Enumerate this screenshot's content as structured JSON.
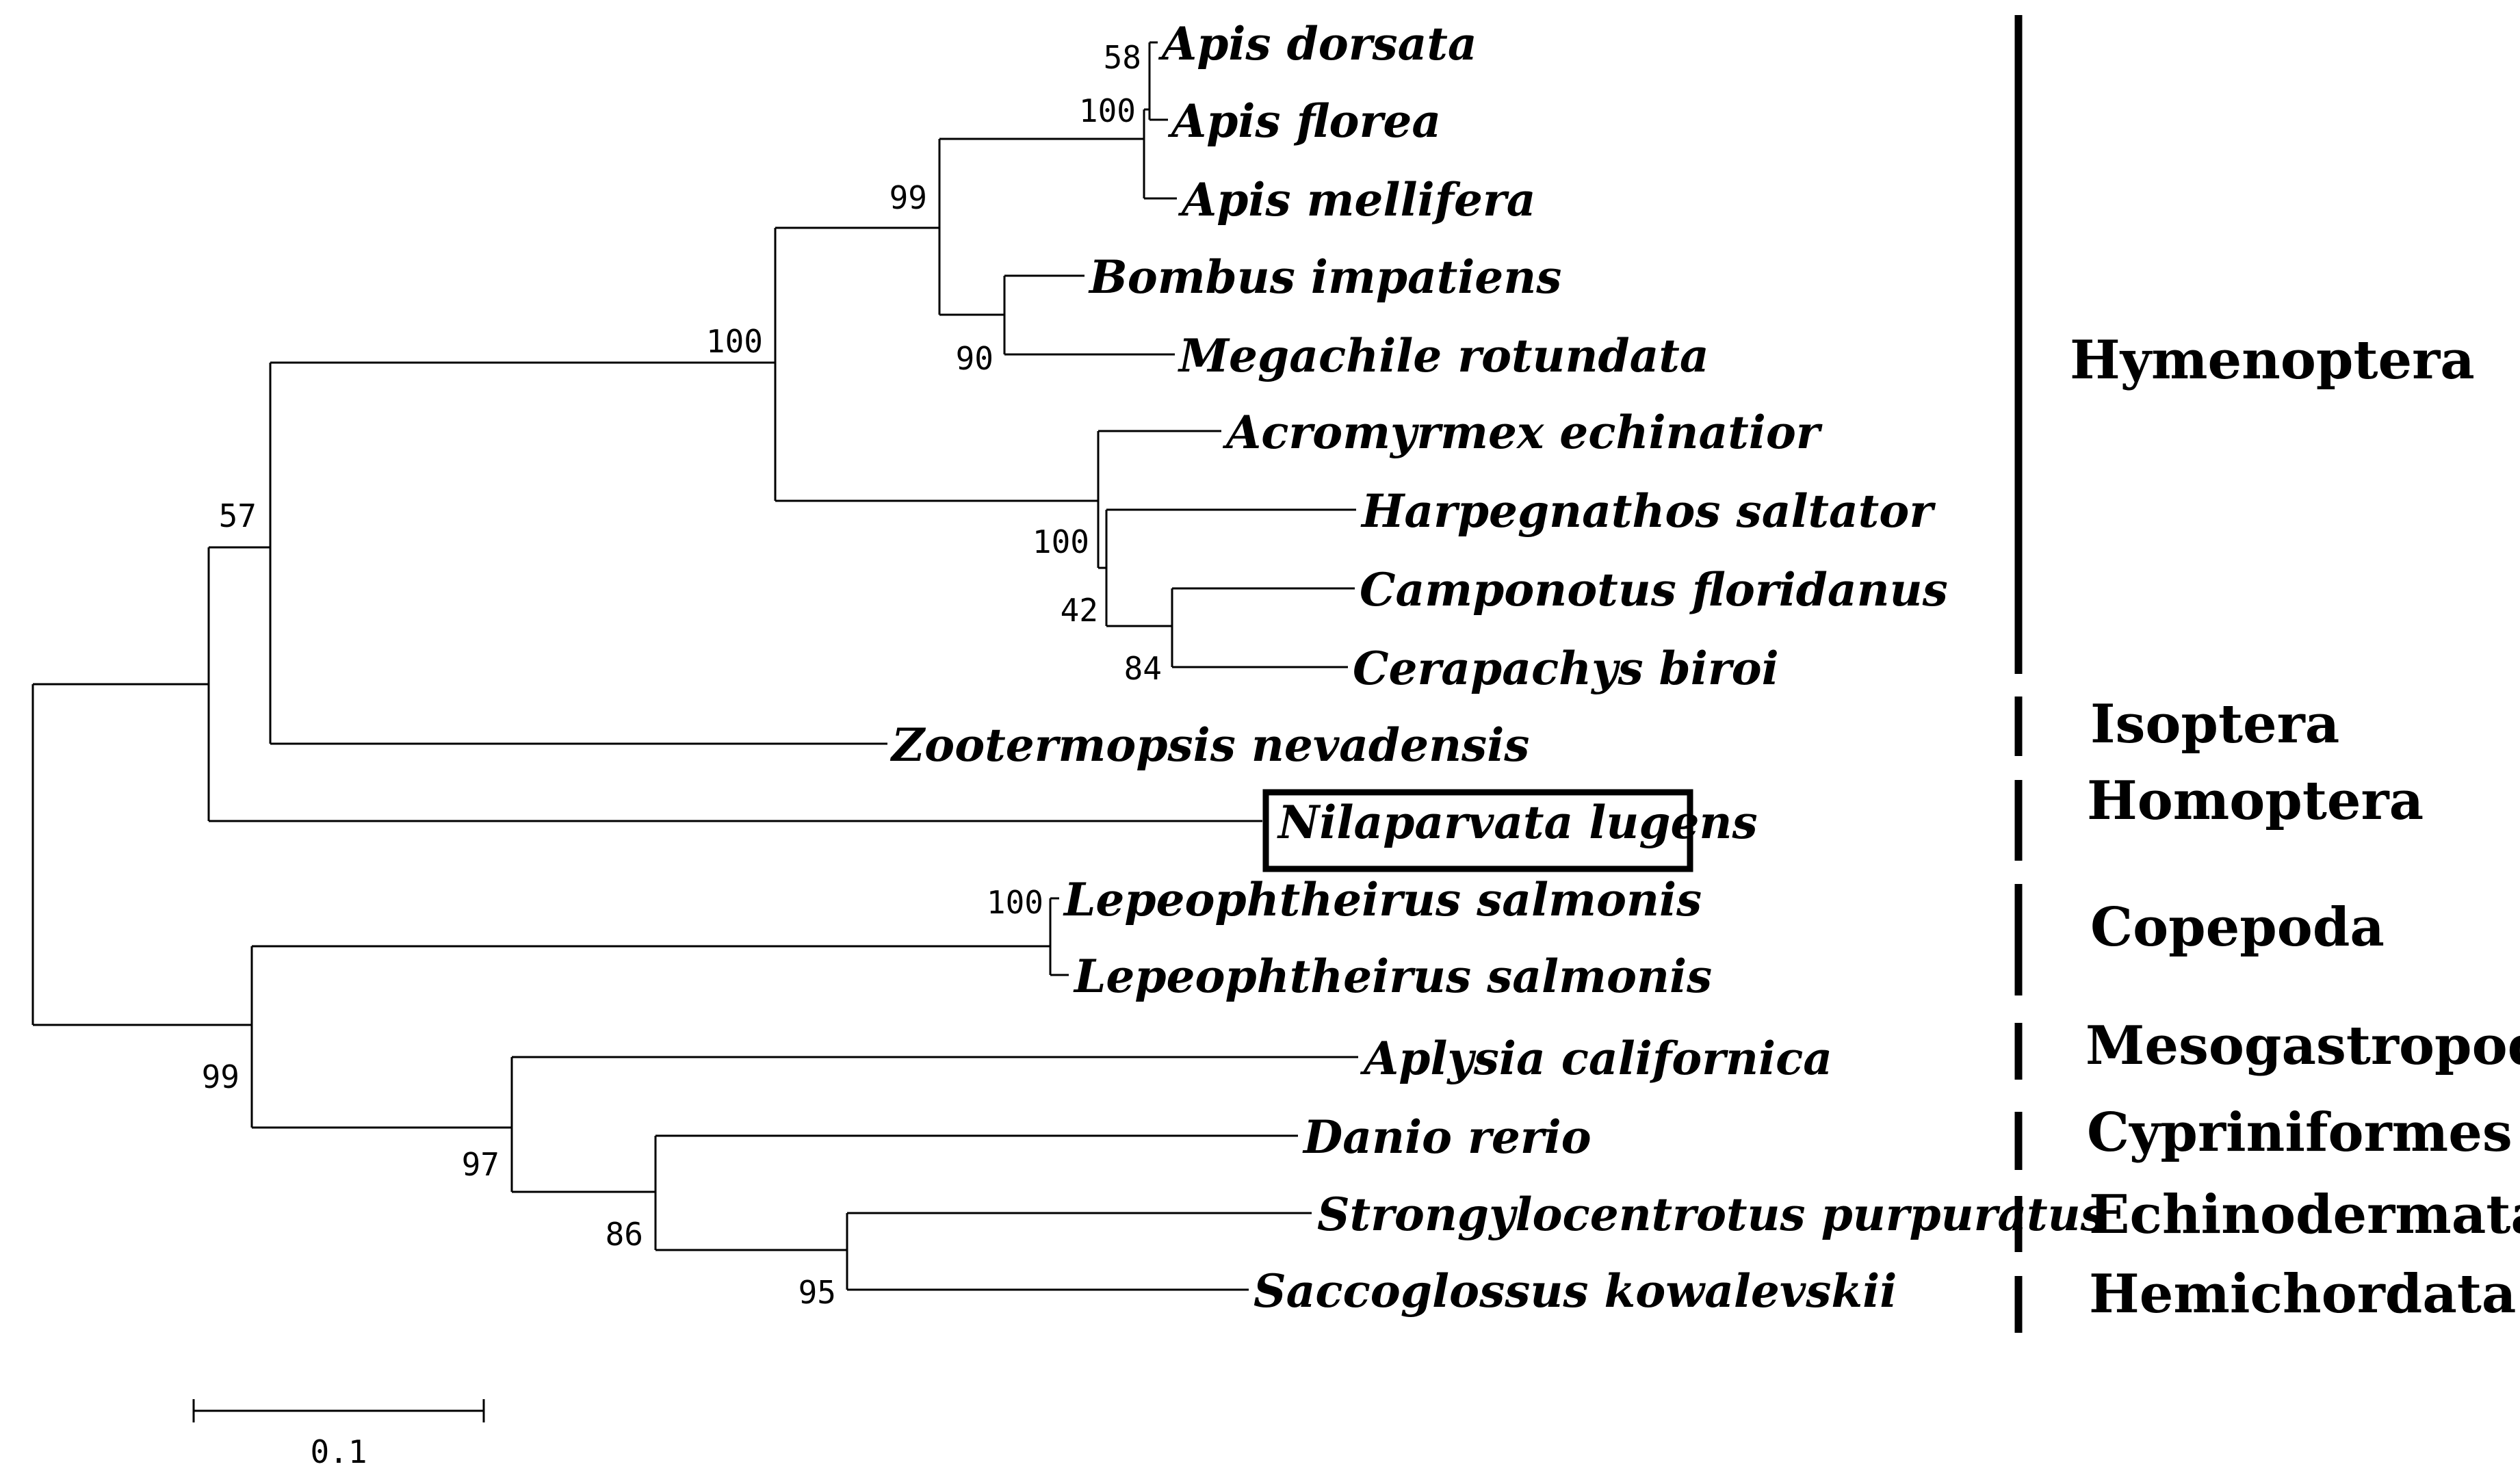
{
  "taxa": [
    "Apis dorsata",
    "Apis florea",
    "Apis mellifera",
    "Bombus impatiens",
    "Megachile rotundata",
    "Acromyrmex echinatior",
    "Harpegnathos saltator",
    "Camponotus floridanus",
    "Cerapachys biroi",
    "Zootermopsis nevadensis",
    "Nilaparvata lugens",
    "Lepeophtheirus salmonis",
    "Lepeophtheirus salmonis",
    "Aplysia californica",
    "Danio rerio",
    "Strongylocentrotus purpuratus",
    "Saccoglossus kowalevskii"
  ],
  "highlighted_taxon": "Nilaparvata lugens",
  "bootstrap_values": [
    "58",
    "100",
    "99",
    "90",
    "100",
    "100",
    "42",
    "84",
    "57",
    "100",
    "99",
    "97",
    "86",
    "95"
  ],
  "groups": [
    "Hymenoptera",
    "Isoptera",
    "Homoptera",
    "Copepoda",
    "Mesogastropoda",
    "Cypriniformes",
    "Echinodermata",
    "Hemichordata"
  ],
  "scale_bar": {
    "label": "0.1",
    "value": 0.1
  }
}
